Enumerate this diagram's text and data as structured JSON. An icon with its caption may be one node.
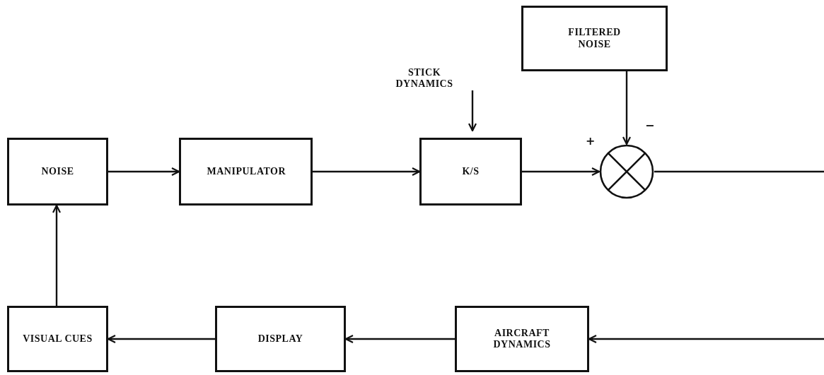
{
  "diagram": {
    "nodes": [
      {
        "text": [
          "NOISE"
        ]
      },
      {
        "text": [
          "MANIPULATOR"
        ]
      },
      {
        "text": [
          "K/S"
        ]
      },
      {
        "text": [
          "FILTERED NOISE"
        ]
      },
      {
        "text": [],
        "shape": "circle"
      },
      {
        "text": [
          "STICK DYNAMICS"
        ]
      },
      {
        "text": [
          "VISUAL CUES"
        ]
      },
      {
        "text": [
          "DISPLAY"
        ]
      },
      {
        "text": [
          "AIRCRAFT DYNAMICS"
        ]
      }
    ],
    "edges": [
      {
        "from": 0,
        "to": 1,
        "arrow": "to"
      },
      {
        "from": 1,
        "to": 2,
        "arrow": "to"
      },
      {
        "from": 5,
        "to": 2,
        "arrow": "to"
      },
      {
        "from": 2,
        "to": 4,
        "arrow": "to"
      },
      {
        "from": 3,
        "to": 4,
        "arrow": "to"
      },
      {
        "from": 4,
        "to": null,
        "arrow": "none"
      },
      {
        "from": null,
        "to": 8,
        "arrow": "to"
      },
      {
        "from": 8,
        "to": 7,
        "arrow": "to"
      },
      {
        "from": 7,
        "to": 6,
        "arrow": "to"
      },
      {
        "from": 6,
        "to": 0,
        "arrow": "to"
      }
    ],
    "labels": [
      "+",
      "−"
    ]
  }
}
